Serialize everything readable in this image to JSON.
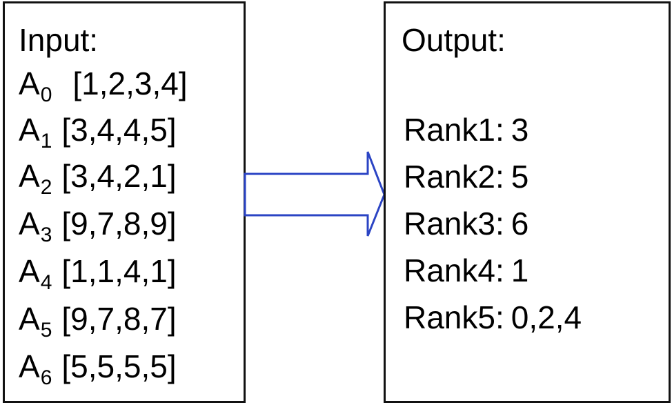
{
  "input": {
    "title": "Input:",
    "arrays": [
      {
        "name": "A",
        "subscript": "0",
        "values": "[1,2,3,4]"
      },
      {
        "name": "A",
        "subscript": "1",
        "values": "[3,4,4,5]"
      },
      {
        "name": "A",
        "subscript": "2",
        "values": "[3,4,2,1]"
      },
      {
        "name": "A",
        "subscript": "3",
        "values": "[9,7,8,9]"
      },
      {
        "name": "A",
        "subscript": "4",
        "values": "[1,1,4,1]"
      },
      {
        "name": "A",
        "subscript": "5",
        "values": "[9,7,8,7]"
      },
      {
        "name": "A",
        "subscript": "6",
        "values": "[5,5,5,5]"
      }
    ]
  },
  "arrow": {
    "direction": "right",
    "stroke_color": "#2b44c4",
    "fill_color": "#ffffff"
  },
  "output": {
    "title": "Output:",
    "ranks": [
      {
        "label": "Rank1:",
        "value": "3"
      },
      {
        "label": "Rank2:",
        "value": "5"
      },
      {
        "label": "Rank3:",
        "value": "6"
      },
      {
        "label": "Rank4:",
        "value": "1"
      },
      {
        "label": "Rank5:",
        "value": "0,2,4"
      }
    ]
  },
  "colors": {
    "border": "#111111",
    "text": "#000000",
    "arrow": "#2b44c4",
    "background": "#ffffff"
  }
}
